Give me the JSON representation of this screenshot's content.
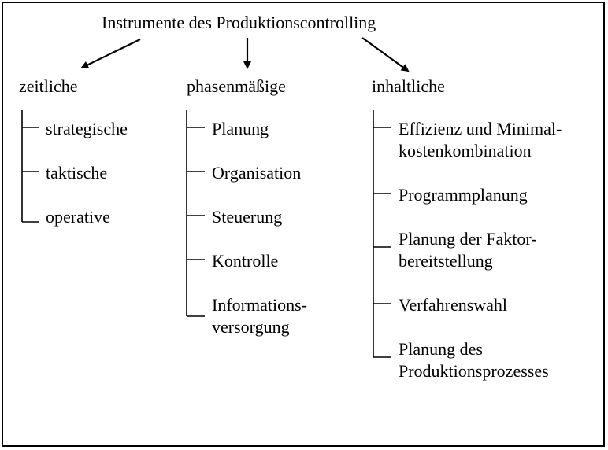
{
  "title": "Instrumente des Produktionscontrolling",
  "columns": [
    {
      "heading": "zeitliche",
      "items": [
        "strategische",
        "taktische",
        "operative"
      ]
    },
    {
      "heading": "phasenmäßige",
      "items": [
        "Planung",
        "Organisation",
        "Steuerung",
        "Kontrolle",
        "Informations-\nversorgung"
      ]
    },
    {
      "heading": "inhaltliche",
      "items": [
        "Effizienz und Minimal-\nkostenkombination",
        "Programmplanung",
        "Planung der Faktor-\nbereitstellung",
        "Verfahrenswahl",
        "Planung des\nProduktionsprozesses"
      ]
    }
  ],
  "colors": {
    "stroke": "#000000",
    "background": "#ffffff"
  }
}
